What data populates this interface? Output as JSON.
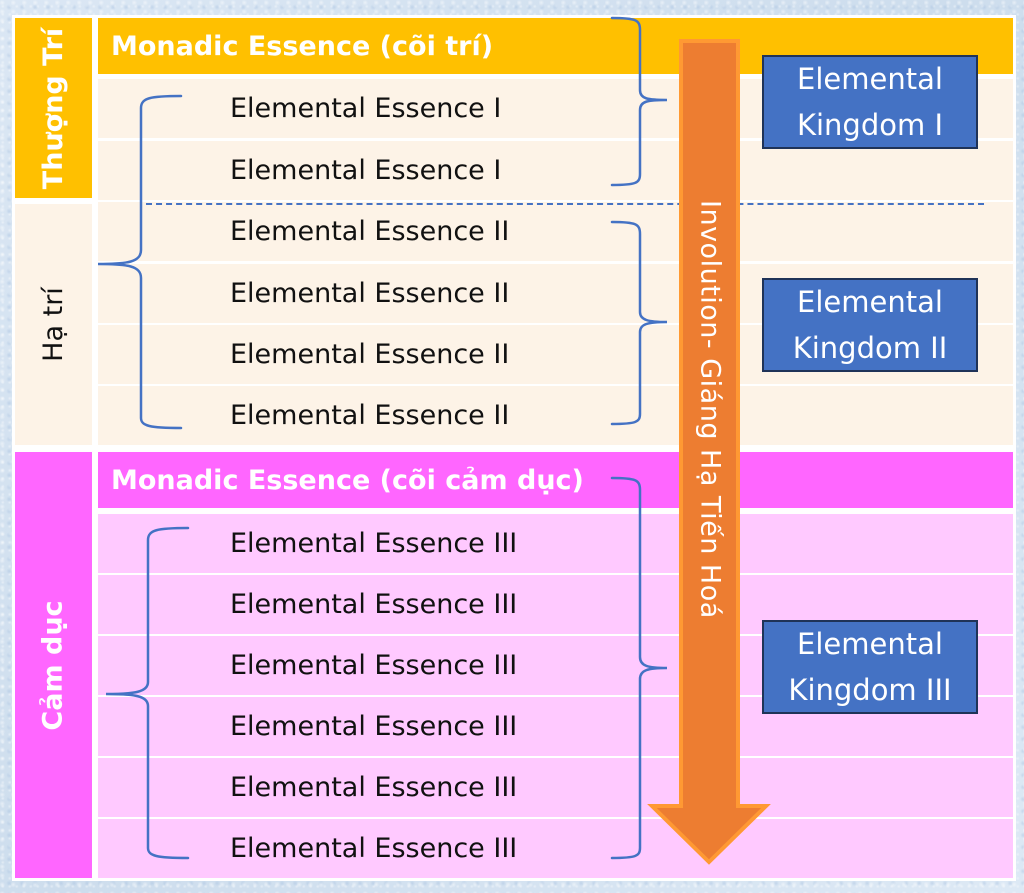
{
  "colors": {
    "upper_mental": "#ffc000",
    "lower_mental": "#fdf3e7",
    "astral_header": "#ff66ff",
    "astral_rows": "#ffc9ff",
    "kingdom_box": "#4472c4",
    "brace": "#4472c4",
    "arrow": "#ed7d31",
    "arrow_outline": "#ff9933"
  },
  "side_labels": {
    "upper_mental": "Thượng Trí",
    "lower_mental": "Hạ trí",
    "astral": "Cảm dục"
  },
  "headers": {
    "mental_monad": "Monadic Essence (cõi trí)",
    "astral_monad": "Monadic Essence (cõi cảm dục)"
  },
  "rows": {
    "mental": [
      "Elemental Essence I",
      "Elemental Essence I",
      "Elemental Essence II",
      "Elemental Essence II",
      "Elemental Essence II",
      "Elemental Essence II"
    ],
    "astral": [
      "Elemental Essence III",
      "Elemental Essence III",
      "Elemental Essence III",
      "Elemental Essence III",
      "Elemental Essence III",
      "Elemental Essence III"
    ]
  },
  "kingdoms": [
    {
      "line1": "Elemental",
      "line2": "Kingdom I"
    },
    {
      "line1": "Elemental",
      "line2": "Kingdom II"
    },
    {
      "line1": "Elemental",
      "line2": "Kingdom III"
    }
  ],
  "arrow": {
    "label": "Involution- Giáng Hạ Tiến Hoá",
    "direction": "down"
  }
}
